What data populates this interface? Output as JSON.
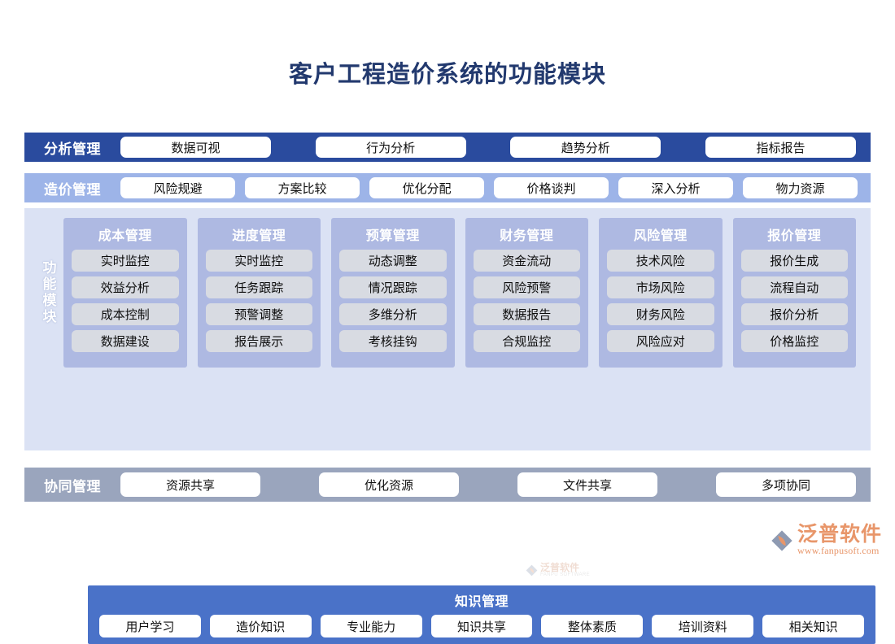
{
  "page": {
    "title": "客户工程造价系统的功能模块",
    "background": "#ffffff"
  },
  "colors": {
    "title_text": "#22396e",
    "analysis_bar": "#2a4b9e",
    "cost_bar": "#9db4e8",
    "panel_background": "#dbe2f4",
    "card_background": "#aeb9e2",
    "card_item": "#d8dbe2",
    "knowledge_bar": "#4a72c8",
    "collab_bar": "#9aa5bd",
    "logo_orange": "#e8966a"
  },
  "analysis_row": {
    "label": "分析管理",
    "items": [
      "数据可视",
      "行为分析",
      "趋势分析",
      "指标报告"
    ]
  },
  "cost_row": {
    "label": "造价管理",
    "items": [
      "风险规避",
      "方案比较",
      "优化分配",
      "价格谈判",
      "深入分析",
      "物力资源"
    ]
  },
  "function_panel": {
    "vertical_label": "功能模块",
    "cards": [
      {
        "title": "成本管理",
        "items": [
          "实时监控",
          "效益分析",
          "成本控制",
          "数据建设"
        ]
      },
      {
        "title": "进度管理",
        "items": [
          "实时监控",
          "任务跟踪",
          "预警调整",
          "报告展示"
        ]
      },
      {
        "title": "预算管理",
        "items": [
          "动态调整",
          "情况跟踪",
          "多维分析",
          "考核挂钩"
        ]
      },
      {
        "title": "财务管理",
        "items": [
          "资金流动",
          "风险预警",
          "数据报告",
          "合规监控"
        ]
      },
      {
        "title": "风险管理",
        "items": [
          "技术风险",
          "市场风险",
          "财务风险",
          "风险应对"
        ]
      },
      {
        "title": "报价管理",
        "items": [
          "报价生成",
          "流程自动",
          "报价分析",
          "价格监控"
        ]
      }
    ],
    "knowledge": {
      "title": "知识管理",
      "items": [
        "用户学习",
        "造价知识",
        "专业能力",
        "知识共享",
        "整体素质",
        "培训资料",
        "相关知识"
      ]
    }
  },
  "collab_row": {
    "label": "协同管理",
    "items": [
      "资源共享",
      "优化资源",
      "文件共享",
      "多项协同"
    ]
  },
  "footer": {
    "logo_name": "泛普软件",
    "logo_url": "www.fanpusoft.com",
    "logo_icon": "fanpu-swoosh-logo-icon"
  },
  "watermark": {
    "name": "泛普软件",
    "sub": "FANPU SOFTWARE"
  }
}
